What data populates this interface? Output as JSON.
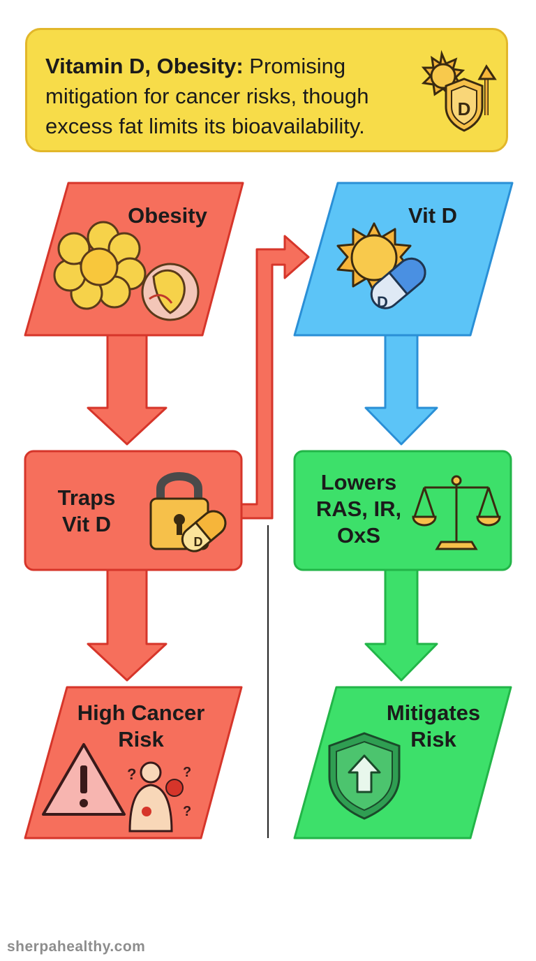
{
  "header": {
    "title_bold": "Vitamin D, Obesity:",
    "title_rest": " Promising mitigation for cancer risks, though excess fat limits its bioavailability.",
    "icon": "sun-shield-d-icon"
  },
  "nodes": {
    "obesity": {
      "label": "Obesity",
      "icon": "fat-cells-icon"
    },
    "vitd": {
      "label": "Vit D",
      "icon": "sun-capsule-icon",
      "capsule_letter": "D"
    },
    "traps": {
      "line1": "Traps",
      "line2": "Vit D",
      "icon": "lock-capsule-icon",
      "capsule_letter": "D"
    },
    "lowers": {
      "line1": "Lowers",
      "line2": "RAS, IR,",
      "line3": "OxS",
      "icon": "balance-scale-icon"
    },
    "high_risk": {
      "line1": "High Cancer",
      "line2": "Risk",
      "icon": "warning-body-icon"
    },
    "mitigates": {
      "line1": "Mitigates",
      "line2": "Risk",
      "icon": "shield-up-arrow-icon"
    }
  },
  "colors": {
    "red_fill": "#f66f5c",
    "red_stroke": "#d6352a",
    "blue_fill": "#5cc4f7",
    "blue_stroke": "#2a8fd6",
    "green_fill": "#3de06a",
    "green_stroke": "#22b548",
    "yellow_fill": "#f7dc49",
    "yellow_stroke": "#e2b72a"
  },
  "footer": {
    "site": "sherpahealthy.com"
  }
}
